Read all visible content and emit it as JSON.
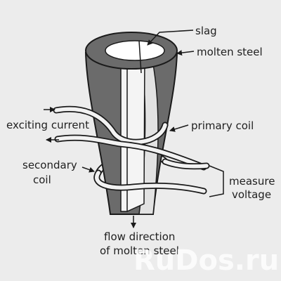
{
  "labels": {
    "slag": "slag",
    "molten_steel": "molten steel",
    "exciting_current": "exciting current",
    "primary_coil": "primary coil",
    "secondary_coil_line1": "secondary",
    "secondary_coil_line2": "coil",
    "measure_voltage_line1": "measure",
    "measure_voltage_line2": "voltage",
    "flow_direction_line1": "flow direction",
    "flow_direction_line2": "of molten steel"
  },
  "watermark": "RuDos.ru",
  "colors": {
    "background": "#ececec",
    "molten_steel": "#6b6b6b",
    "slag": "#ffffff",
    "outline": "#1a1a1a",
    "coil": "#f2f2f2"
  }
}
